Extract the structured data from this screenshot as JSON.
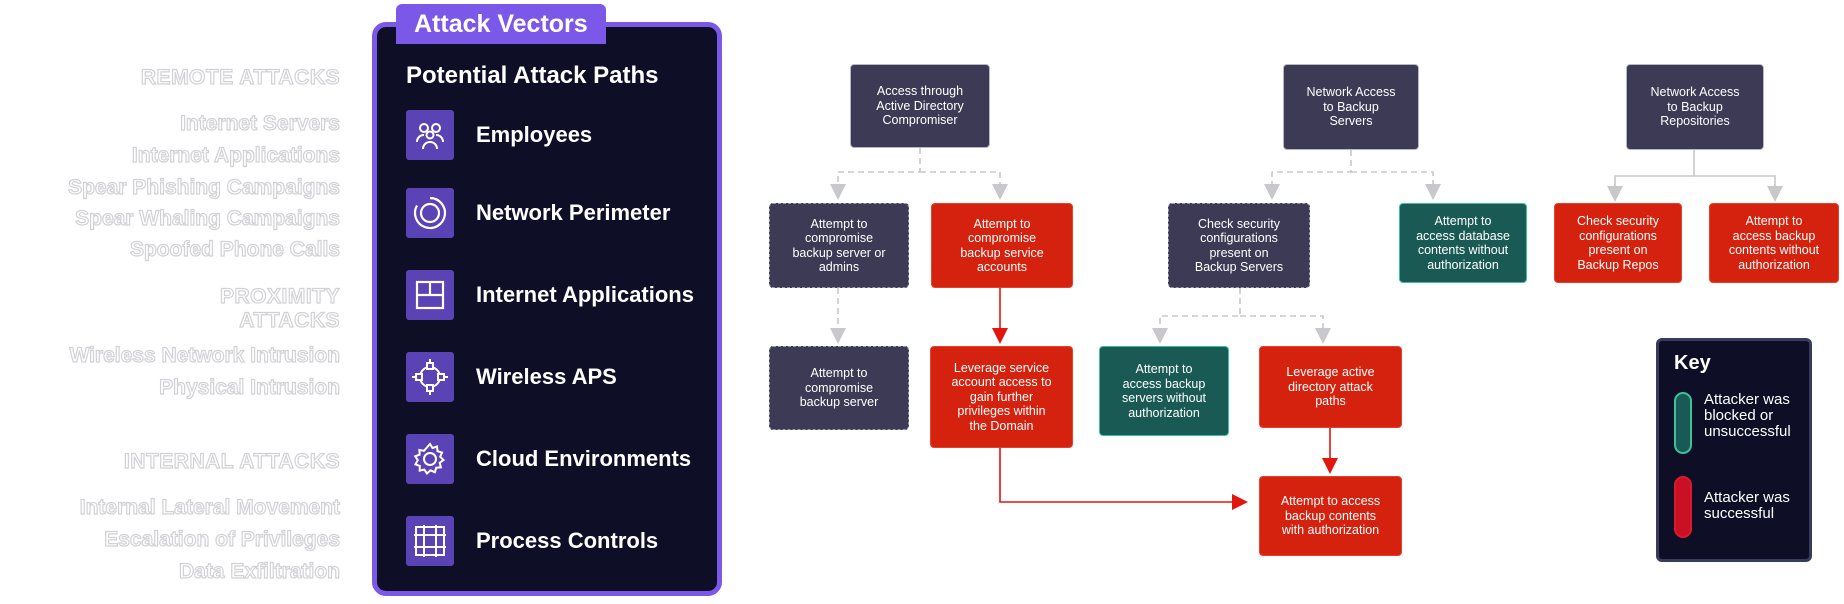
{
  "left_labels": {
    "remote": {
      "title": "REMOTE ATTACKS",
      "items": [
        "Internet Servers",
        "Internet Applications",
        "Spear Phishing Campaigns",
        "Spear Whaling Campaigns",
        "Spoofed Phone Calls"
      ]
    },
    "proximity": {
      "title_line1": "PROXIMITY",
      "title_line2": "ATTACKS",
      "items": [
        "Wireless Network Intrusion",
        "Physical Intrusion"
      ]
    },
    "internal": {
      "title": "INTERNAL ATTACKS",
      "items": [
        "Internal Lateral Movement",
        "Escalation of Privileges",
        "Data Exfiltration"
      ]
    }
  },
  "panel": {
    "tab_title": "Attack Vectors",
    "subtitle": "Potential Attack Paths",
    "vectors": [
      {
        "label": "Employees",
        "icon": "users-icon"
      },
      {
        "label": "Network Perimeter",
        "icon": "perimeter-icon"
      },
      {
        "label": "Internet Applications",
        "icon": "layout-icon"
      },
      {
        "label": "Wireless APS",
        "icon": "network-nodes-icon"
      },
      {
        "label": "Cloud Environments",
        "icon": "gear-icon"
      },
      {
        "label": "Process Controls",
        "icon": "grid-icon"
      }
    ]
  },
  "diagram": {
    "col1": {
      "top": {
        "lines": [
          "Access through",
          "Active Directory",
          "Compromiser"
        ]
      },
      "attempt_admins": {
        "lines": [
          "Attempt to",
          "compromise",
          "backup server or",
          "admins"
        ]
      },
      "attempt_service": {
        "lines": [
          "Attempt to",
          "compromise",
          "backup service",
          "accounts"
        ]
      },
      "attempt_server": {
        "lines": [
          "Attempt to",
          "compromise",
          "backup server"
        ]
      },
      "leverage_service": {
        "lines": [
          "Leverage service",
          "account access to",
          "gain further",
          "privileges within",
          "the Domain"
        ]
      }
    },
    "col2": {
      "top": {
        "lines": [
          "Network Access",
          "to Backup",
          "Servers"
        ]
      },
      "check_security": {
        "lines": [
          "Check security",
          "configurations",
          "present on",
          "Backup Servers"
        ]
      },
      "access_db": {
        "lines": [
          "Attempt to",
          "access database",
          "contents without",
          "authorization"
        ]
      },
      "access_servers": {
        "lines": [
          "Attempt to",
          "access backup",
          "servers without",
          "authorization"
        ]
      },
      "leverage_ad": {
        "lines": [
          "Leverage active",
          "directory attack",
          "paths"
        ]
      },
      "access_contents": {
        "lines": [
          "Attempt to access",
          "backup contents",
          "with authorization"
        ]
      }
    },
    "col3": {
      "top": {
        "lines": [
          "Network Access",
          "to Backup",
          "Repositories"
        ]
      },
      "check_repos": {
        "lines": [
          "Check security",
          "configurations",
          "present on",
          "Backup Repos"
        ]
      },
      "access_repo_contents": {
        "lines": [
          "Attempt to",
          "access backup",
          "contents without",
          "authorization"
        ]
      }
    }
  },
  "key": {
    "title": "Key",
    "blocked": [
      "Attacker was",
      "blocked or",
      "unsuccessful"
    ],
    "successful": [
      "Attacker was",
      "successful"
    ]
  },
  "colors": {
    "panel_bg": "#0e0e26",
    "panel_accent": "#7b58e8",
    "node_dark": "#3c3a55",
    "node_red": "#d4220f",
    "node_green": "#1a5a55",
    "green_border": "#3cc29a"
  }
}
